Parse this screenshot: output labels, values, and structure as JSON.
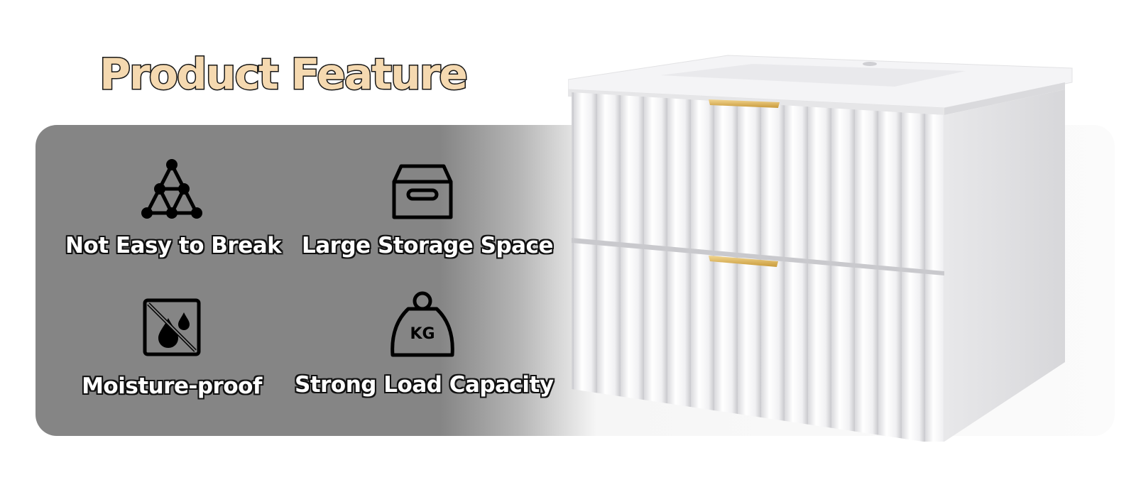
{
  "title": "Product Feature",
  "features": [
    {
      "label": "Not Easy to Break",
      "icon": "network-triangle-icon"
    },
    {
      "label": "Large Storage Space",
      "icon": "storage-box-icon"
    },
    {
      "label": "Moisture-proof",
      "icon": "no-water-drop-icon"
    },
    {
      "label": "Strong Load Capacity",
      "icon": "kg-weight-icon",
      "icon_text": "KG"
    }
  ],
  "product_image": "white-fluted-bathroom-vanity-with-sink",
  "colors": {
    "title_fill": "#f5d9b0",
    "panel": "#858585",
    "handle": "#d8b25a"
  }
}
